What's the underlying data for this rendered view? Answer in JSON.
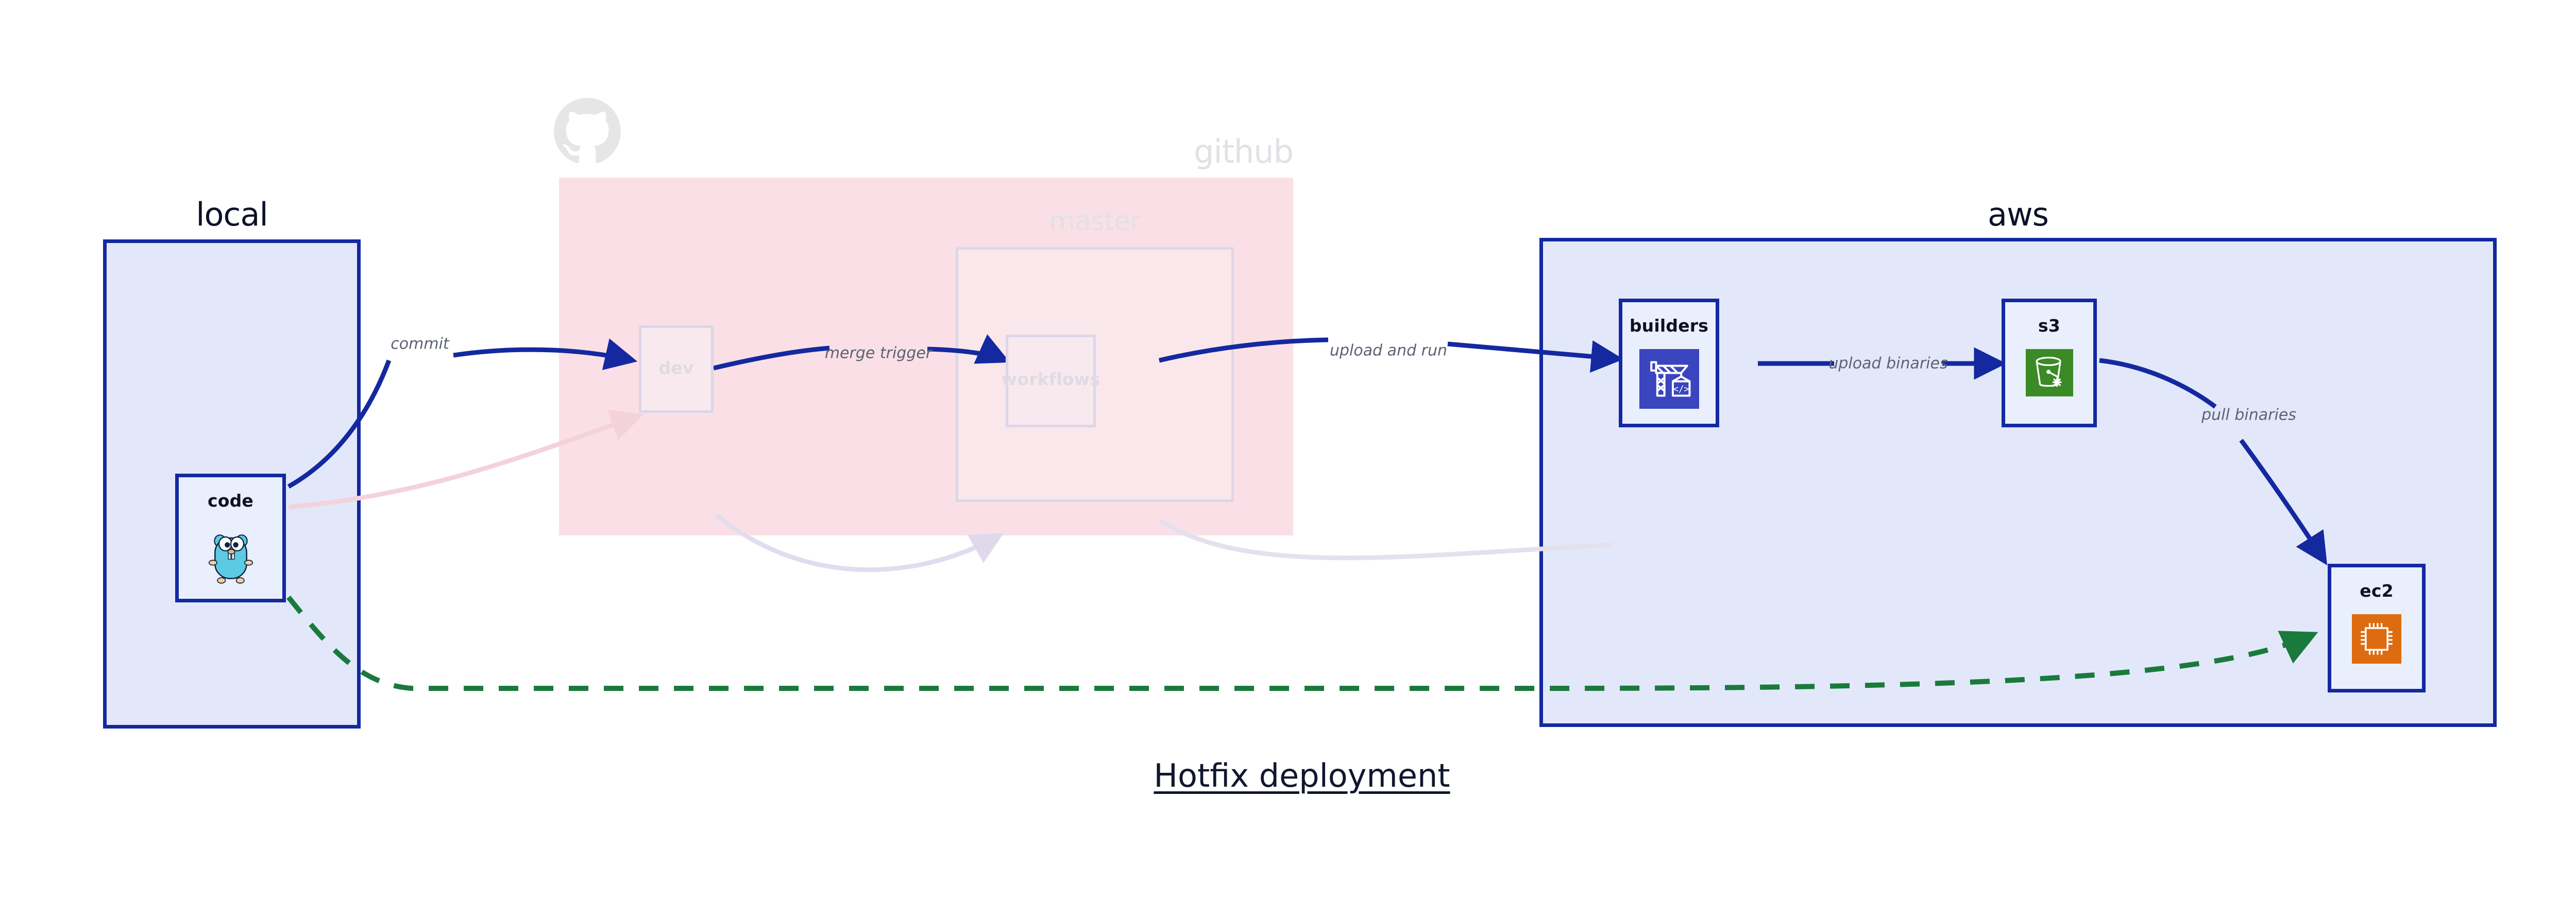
{
  "title": "Hotfix deployment",
  "groups": [
    {
      "id": "local",
      "label": "local",
      "style": "solid"
    },
    {
      "id": "github",
      "label": "github",
      "style": "faded",
      "icon": "github-octocat-icon"
    },
    {
      "id": "aws",
      "label": "aws",
      "style": "solid"
    }
  ],
  "subgroups": [
    {
      "id": "master",
      "label": "master",
      "parent": "github",
      "style": "faded"
    }
  ],
  "nodes": [
    {
      "id": "code",
      "label": "code",
      "parent": "local",
      "icon": "go-gopher-icon",
      "style": "solid"
    },
    {
      "id": "dev",
      "label": "dev",
      "parent": "github",
      "icon": "",
      "style": "faded"
    },
    {
      "id": "workflows",
      "label": "workflows",
      "parent": "master",
      "icon": "",
      "style": "faded"
    },
    {
      "id": "builders",
      "label": "builders",
      "parent": "aws",
      "icon": "aws-codebuild-crane-icon",
      "style": "solid"
    },
    {
      "id": "s3",
      "label": "s3",
      "parent": "aws",
      "icon": "aws-s3-bucket-icon",
      "style": "solid"
    },
    {
      "id": "ec2",
      "label": "ec2",
      "parent": "aws",
      "icon": "aws-ec2-chip-icon",
      "style": "solid"
    }
  ],
  "edges": [
    {
      "id": "e1",
      "from": "code",
      "to": "dev",
      "label": "commit",
      "style": "solid",
      "color": "#1428a0"
    },
    {
      "id": "e2",
      "from": "dev",
      "to": "workflows",
      "label": "merge trigger",
      "style": "solid",
      "color": "#1428a0"
    },
    {
      "id": "e3",
      "from": "workflows",
      "to": "builders",
      "label": "upload and run",
      "style": "solid",
      "color": "#1428a0"
    },
    {
      "id": "e4",
      "from": "builders",
      "to": "s3",
      "label": "upload binaries",
      "style": "solid",
      "color": "#1428a0"
    },
    {
      "id": "e5",
      "from": "s3",
      "to": "ec2",
      "label": "pull binaries",
      "style": "solid",
      "color": "#1428a0"
    },
    {
      "id": "e6",
      "from": "code",
      "to": "ec2",
      "label": "",
      "style": "dashed",
      "color": "#1a7a3c"
    },
    {
      "id": "e7",
      "from": "code",
      "to": "dev",
      "label": "",
      "style": "faded",
      "color": "#f4d9e1"
    },
    {
      "id": "e8",
      "from": "dev",
      "to": "workflows",
      "label": "",
      "style": "faded",
      "color": "#e5e0ee"
    },
    {
      "id": "e9",
      "from": "workflows",
      "to": "builders",
      "label": "",
      "style": "faded",
      "color": "#e5e0ee"
    }
  ],
  "colors": {
    "blue_border": "#1428a0",
    "blue_fill": "#e2e8fa",
    "node_fill": "#e9effc",
    "pink_fill": "#fae0e6",
    "green_dashed": "#1a7a3c",
    "s3_green": "#3a8a26",
    "ec2_orange": "#dd6b10",
    "builders_indigo": "#3b45bf",
    "label_gray": "#5d6274",
    "title_navy": "#11162e"
  }
}
